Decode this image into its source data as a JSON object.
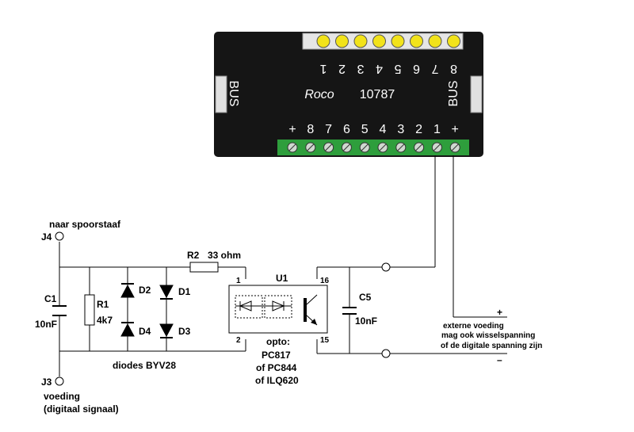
{
  "module": {
    "brand": "Roco",
    "model": "10787",
    "bus_left": "BUS",
    "bus_right": "BUS",
    "header_numbers": [
      "1",
      "2",
      "3",
      "4",
      "5",
      "6",
      "7",
      "8"
    ],
    "terminal_labels": [
      "+",
      "8",
      "7",
      "6",
      "5",
      "4",
      "3",
      "2",
      "1",
      "+"
    ],
    "colors": {
      "body": "#151515",
      "led": "#f2e31a",
      "terminal": "#2e9e3c"
    }
  },
  "circuit": {
    "j4_label": "J4",
    "j4_desc": "naar spoorstaaf",
    "j3_label": "J3",
    "j3_desc_line1": "voeding",
    "j3_desc_line2": "(digitaal signaal)",
    "c1_label": "C1",
    "c1_value": "10nF",
    "r1_label": "R1",
    "r1_value": "4k7",
    "d1": "D1",
    "d2": "D2",
    "d3": "D3",
    "d4": "D4",
    "diodes_desc": "diodes BYV28",
    "r2_label": "R2",
    "r2_value": "33 ohm",
    "u1_label": "U1",
    "pin1": "1",
    "pin2": "2",
    "pin16": "16",
    "pin15": "15",
    "opto_line1": "opto:",
    "opto_line2": "PC817",
    "opto_line3": "of PC844",
    "opto_line4": "of ILQ620",
    "c5_label": "C5",
    "c5_value": "10nF",
    "ext_line1": "externe voeding",
    "ext_line2": "mag ook wisselspanning",
    "ext_line3": "of de digitale spanning zijn",
    "plus": "+",
    "minus": "–"
  }
}
